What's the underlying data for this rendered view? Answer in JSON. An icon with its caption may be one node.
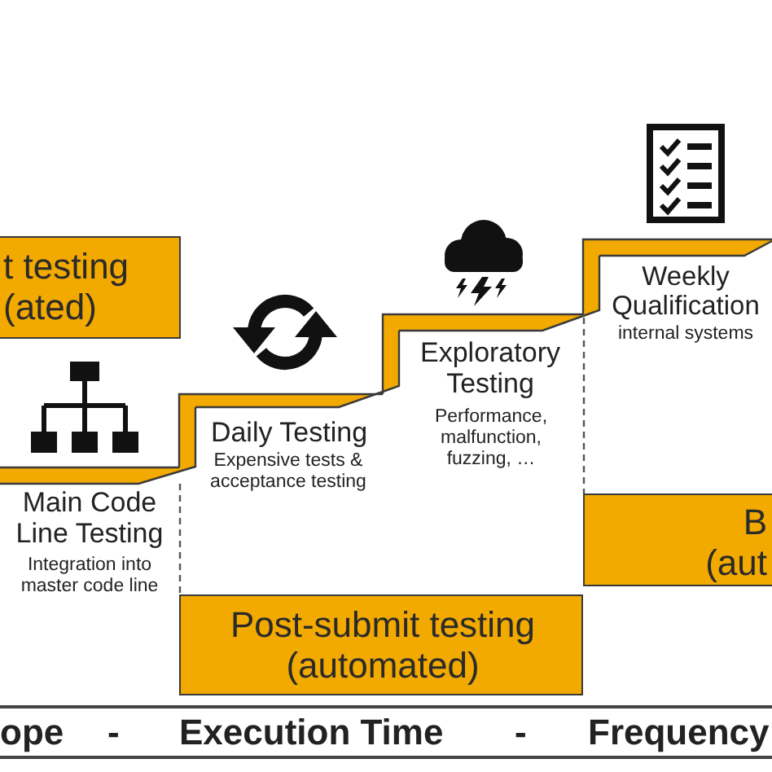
{
  "diagram": {
    "nodes": [
      {
        "text": [
          "t testing (ated)"
        ]
      },
      {
        "text": [
          "Main Code Line Testing",
          "Integration into master code line"
        ]
      },
      {
        "text": [
          "Daily Testing",
          "Expensive tests & acceptance testing"
        ]
      },
      {
        "text": [
          "Exploratory Testing",
          "Performance, malfunction, fuzzing, …"
        ]
      },
      {
        "text": [
          "Weekly Qualification",
          "internal systems"
        ]
      },
      {
        "text": [
          "B (aut"
        ]
      },
      {
        "text": [
          "Post-submit testing (automated)"
        ]
      }
    ],
    "labels": [
      "ope",
      "-",
      "Execution Time",
      "-",
      "Frequency"
    ]
  }
}
